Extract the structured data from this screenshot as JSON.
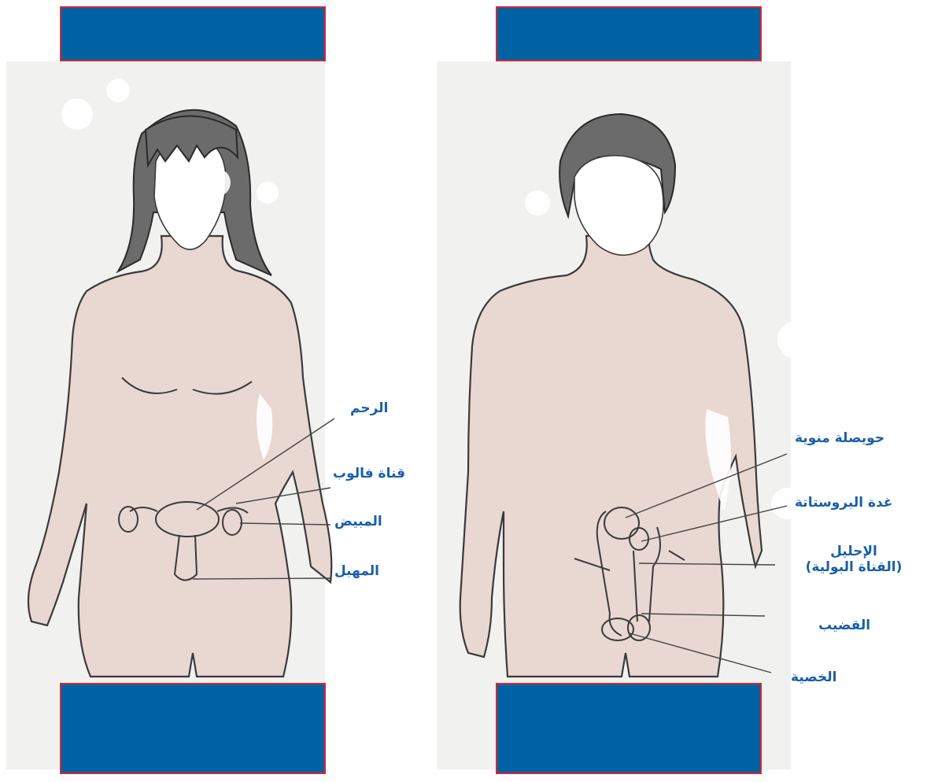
{
  "female": {
    "labels": {
      "uterus": "الرحم",
      "fallopian_tube": "قناة فالوب",
      "ovary": "المبيض",
      "vagina": "المهبل"
    }
  },
  "male": {
    "labels": {
      "seminal_vesicle": "حويصلة منوية",
      "prostate": "غدة البروستاتة",
      "urethra_line1": "الإحليل",
      "urethra_line2": "(القناة البولية)",
      "penis": "القضيب",
      "testis": "الخصية"
    }
  },
  "colors": {
    "bar_fill": "#0062a3",
    "bar_border": "#d6282e",
    "label": "#1a5fa8",
    "skin": "#e9d7d1"
  }
}
